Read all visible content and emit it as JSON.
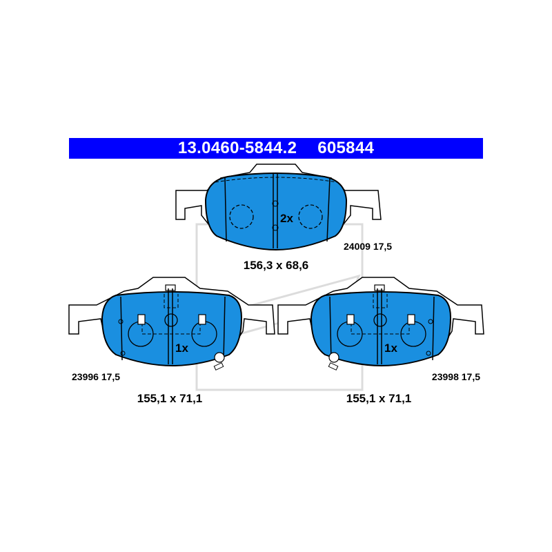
{
  "header": {
    "article_number": "13.0460-5844.2",
    "ref_number": "605844"
  },
  "colors": {
    "header_bar": "#0000ff",
    "pad_friction": "#1a8fe0",
    "backing_plate": "#ffffff",
    "outline": "#000000",
    "watermark": "#d8d8d8"
  },
  "pads": [
    {
      "code": "24009 17,5",
      "dimensions": "156,3 x 68,6",
      "quantity": "2x"
    },
    {
      "code": "23996 17,5",
      "dimensions": "155,1 x 71,1",
      "quantity": "1x"
    },
    {
      "code": "23998 17,5",
      "dimensions": "155,1 x 71,1",
      "quantity": "1x"
    }
  ]
}
